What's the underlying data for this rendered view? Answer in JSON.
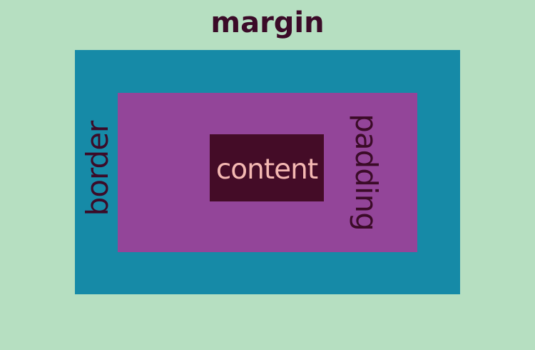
{
  "labels": {
    "margin": "margin",
    "border": "border",
    "padding": "padding",
    "content": "content"
  },
  "colors": {
    "margin_bg": "#b6dfc1",
    "border_bg": "#168aa7",
    "padding_bg": "#934599",
    "content_bg": "#440c27",
    "dark_text": "#3b0b28",
    "content_text": "#f4b8b2"
  }
}
